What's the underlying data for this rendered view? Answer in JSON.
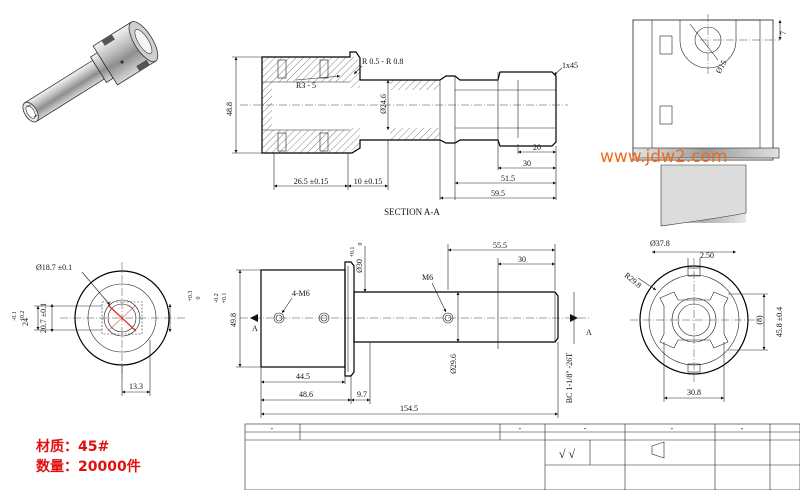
{
  "section_view": {
    "title": "SECTION A-A",
    "dims": {
      "height": "48.8",
      "r_small": "R3 - 5",
      "r_fillet": "R 0.5 - R 0.8",
      "dia_inner": "Ø24.6",
      "chamfer": "1x45",
      "len_20": "20",
      "len_30": "30",
      "len_51_5": "51.5",
      "len_59_5": "59.5",
      "len_26_5": "26.5 ±0.15",
      "len_10": "10 ±0.15"
    }
  },
  "detail_view": {
    "dims": {
      "dia_15": "Ø15",
      "len_7": "7"
    }
  },
  "left_view": {
    "dims": {
      "dia_18_7": "Ø18.7 ±0.1",
      "w_24": "24",
      "tol_24_up": "+0.2",
      "tol_24_dn": "-0.1",
      "w_20_7": "20.7 ±0.1",
      "tol_up": "+0.3",
      "tol_dn": "0",
      "len_13_3": "13.3"
    }
  },
  "front_view": {
    "dims": {
      "dia_30": "Ø30",
      "dia_30_up": "+0.1",
      "dia_30_dn": "0",
      "len_55_5": "55.5",
      "len_30": "30",
      "thread_m6": "M6",
      "holes_4m6": "4-M6",
      "h_49_8": "49.8",
      "h_49_8_up": "+0.1",
      "h_49_8_dn": "-0.2",
      "dia_29_6": "Ø29.6",
      "spline": "BC 1-1/8\" -26T",
      "len_44_5": "44.5",
      "len_48_6": "48.6",
      "len_9_7": "9.7",
      "len_154_5": "154.5",
      "section_a": "A"
    }
  },
  "right_view": {
    "dims": {
      "dia_37_8": "Ø37.8",
      "len_2_50": "2.50",
      "r_29_8": "R29.8",
      "h_45_8": "45.8 ±0.4",
      "h_8": "(8)",
      "len_30_8": "30.8"
    }
  },
  "notes": {
    "material": "材质：45#",
    "quantity": "数量：20000件"
  },
  "watermark": "www.jdw2.com",
  "title_block": {
    "dash_1": "-",
    "dash_2": "-",
    "dash_3": "-",
    "dash_4": "-",
    "dash_5": "-",
    "checks": "√ √"
  }
}
